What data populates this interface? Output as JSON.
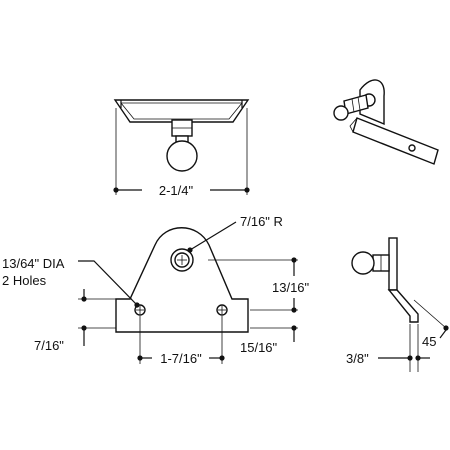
{
  "diagram": {
    "labels": {
      "width_top": "2-1/4\"",
      "radius": "7/16\" R",
      "hole_dia_line1": "13/64\" DIA",
      "hole_dia_line2": "2 Holes",
      "height_mid": "13/16\"",
      "left_offset": "7/16\"",
      "hole_spacing": "1-7/16\"",
      "right_offset": "15/16\"",
      "side_thickness": "3/8\"",
      "angle": "45"
    }
  }
}
